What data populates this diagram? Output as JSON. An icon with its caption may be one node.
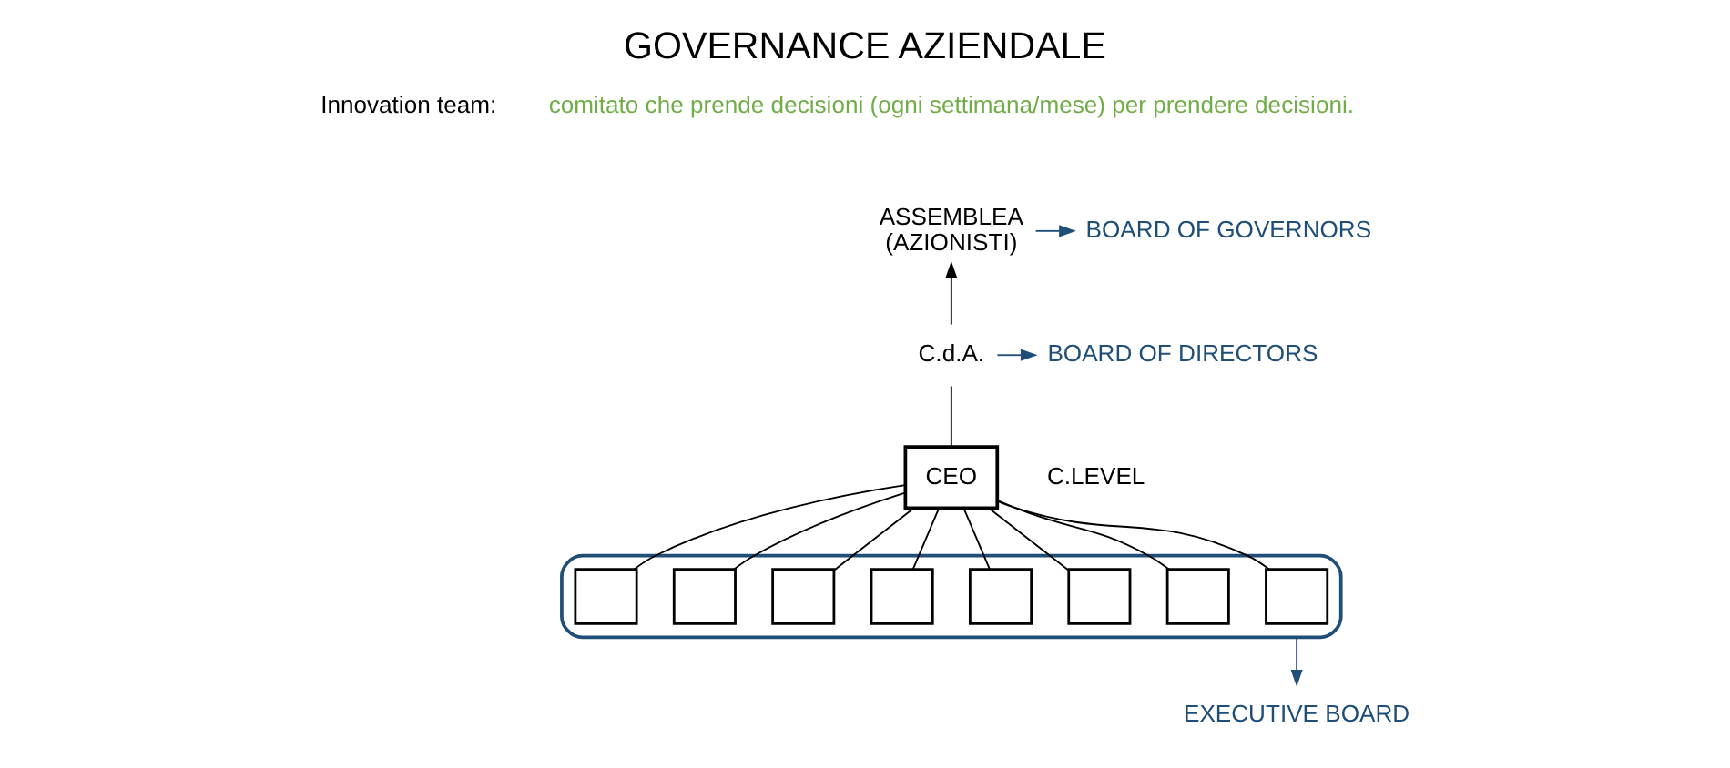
{
  "diagram": {
    "title": "GOVERNANCE AZIENDALE",
    "nodes": [
      {
        "text": [
          "ASSEMBLEA",
          "(AZIONISTI)"
        ]
      },
      {
        "text": [
          "C.d.A."
        ]
      },
      {
        "text": [
          "CEO"
        ]
      },
      {
        "text": [],
        "shape": "ellipse"
      },
      {
        "text": [],
        "shape": "box",
        "in": 3
      },
      {
        "text": [],
        "shape": "box",
        "in": 3
      },
      {
        "text": [],
        "shape": "box",
        "in": 3
      },
      {
        "text": [],
        "shape": "box",
        "in": 3
      },
      {
        "text": [],
        "shape": "box",
        "in": 3
      },
      {
        "text": [],
        "shape": "box",
        "in": 3
      },
      {
        "text": [],
        "shape": "box",
        "in": 3
      },
      {
        "text": [],
        "shape": "box",
        "in": 3
      },
      {
        "text": [
          "BOARD OF GOVERNORS"
        ]
      },
      {
        "text": [
          "BOARD OF DIRECTORS"
        ]
      },
      {
        "text": [
          "EXECUTIVE BOARD"
        ]
      }
    ],
    "edges": [
      {
        "from": 1,
        "to": 0,
        "arrow": "to"
      },
      {
        "from": 0,
        "to": 12,
        "arrow": "to",
        "color": "#1f4e79"
      },
      {
        "from": 1,
        "to": 13,
        "arrow": "to",
        "color": "#1f4e79"
      },
      {
        "from": 2,
        "to": 1,
        "arrow": "none"
      },
      {
        "from": 2,
        "to": 4,
        "arrow": "none"
      },
      {
        "from": 2,
        "to": 5,
        "arrow": "none"
      },
      {
        "from": 2,
        "to": 6,
        "arrow": "none"
      },
      {
        "from": 2,
        "to": 7,
        "arrow": "none"
      },
      {
        "from": 2,
        "to": 8,
        "arrow": "none"
      },
      {
        "from": 2,
        "to": 9,
        "arrow": "none"
      },
      {
        "from": 2,
        "to": 10,
        "arrow": "none"
      },
      {
        "from": 2,
        "to": 11,
        "arrow": "none"
      },
      {
        "from": 3,
        "to": 14,
        "arrow": "to",
        "color": "#1f4e79"
      }
    ],
    "labels": [
      "Innovation team:",
      "comitato che prende decisioni (ogni settimana/mese) per prendere decisioni.",
      "C.LEVEL"
    ]
  }
}
